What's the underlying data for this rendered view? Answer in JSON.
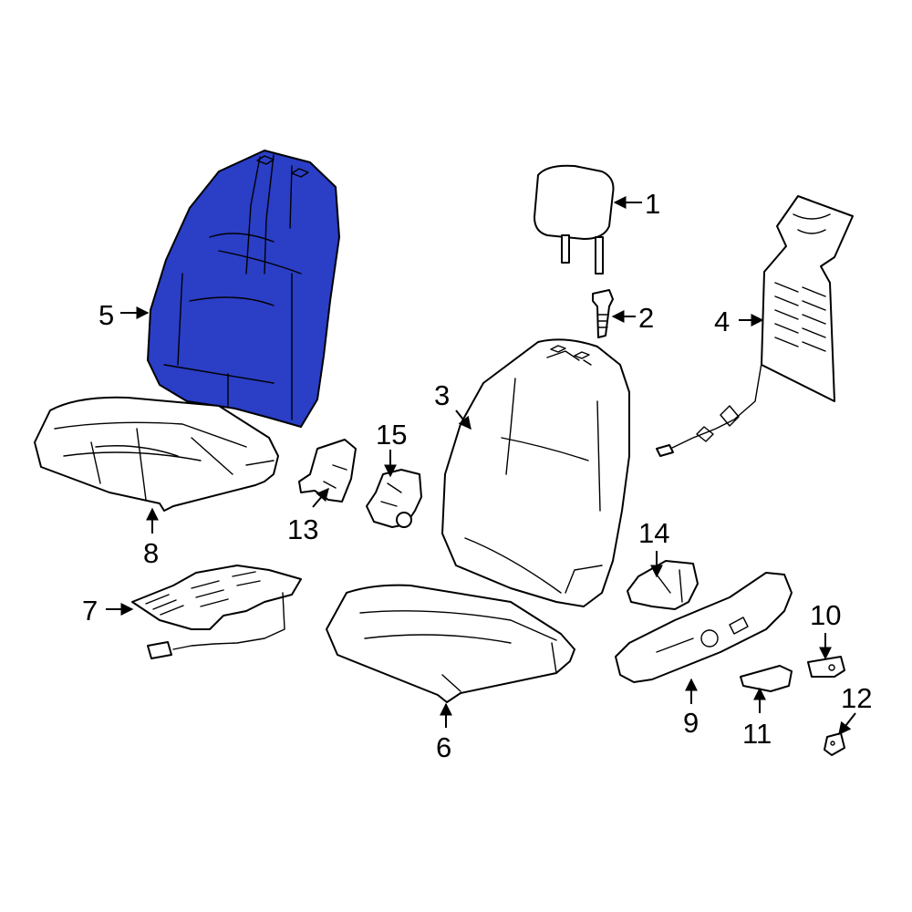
{
  "highlight_color": "#2a3ec6",
  "highlighted_part": "5",
  "callouts": [
    {
      "id": "c1",
      "label": "1"
    },
    {
      "id": "c2",
      "label": "2"
    },
    {
      "id": "c3",
      "label": "3"
    },
    {
      "id": "c4",
      "label": "4"
    },
    {
      "id": "c5",
      "label": "5"
    },
    {
      "id": "c6",
      "label": "6"
    },
    {
      "id": "c7",
      "label": "7"
    },
    {
      "id": "c8",
      "label": "8"
    },
    {
      "id": "c9",
      "label": "9"
    },
    {
      "id": "c10",
      "label": "10"
    },
    {
      "id": "c11",
      "label": "11"
    },
    {
      "id": "c12",
      "label": "12"
    },
    {
      "id": "c13",
      "label": "13"
    },
    {
      "id": "c14",
      "label": "14"
    },
    {
      "id": "c15",
      "label": "15"
    }
  ]
}
